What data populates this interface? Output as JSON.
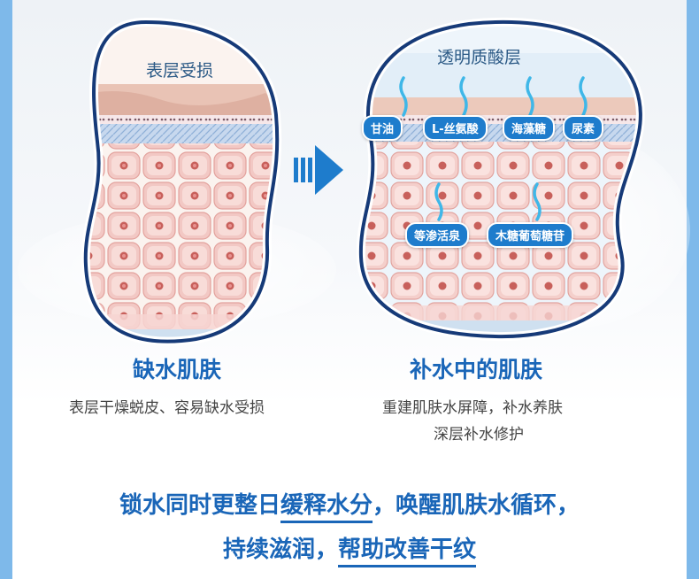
{
  "left": {
    "top_label": "表层受损",
    "title": "缺水肌肤",
    "subtitle": "表层干燥蜕皮、容易缺水受损"
  },
  "right": {
    "top_label": "透明质酸层",
    "title": "补水中的肌肤",
    "subtitle_line1": "重建肌肤水屏障，补水养肤",
    "subtitle_line2": "深层补水修护",
    "chips": [
      "甘油",
      "L-丝氨酸",
      "海藻糖",
      "尿素",
      "等渗活泉",
      "木糖葡萄糖苷"
    ]
  },
  "bottom": {
    "line1_a": "锁水同时更整日",
    "line1_b": "缓释水分",
    "line1_c": "，唤醒肌肤水循环，",
    "line2_a": "持续滋润，",
    "line2_b": "帮助改善干纹"
  },
  "colors": {
    "brand_blue": "#1a66b8",
    "chip_blue": "#1e7ccc",
    "outline_navy": "#163a78",
    "cell_pink": "#f2c8c4",
    "edge_blue": "#7eb9ea"
  }
}
